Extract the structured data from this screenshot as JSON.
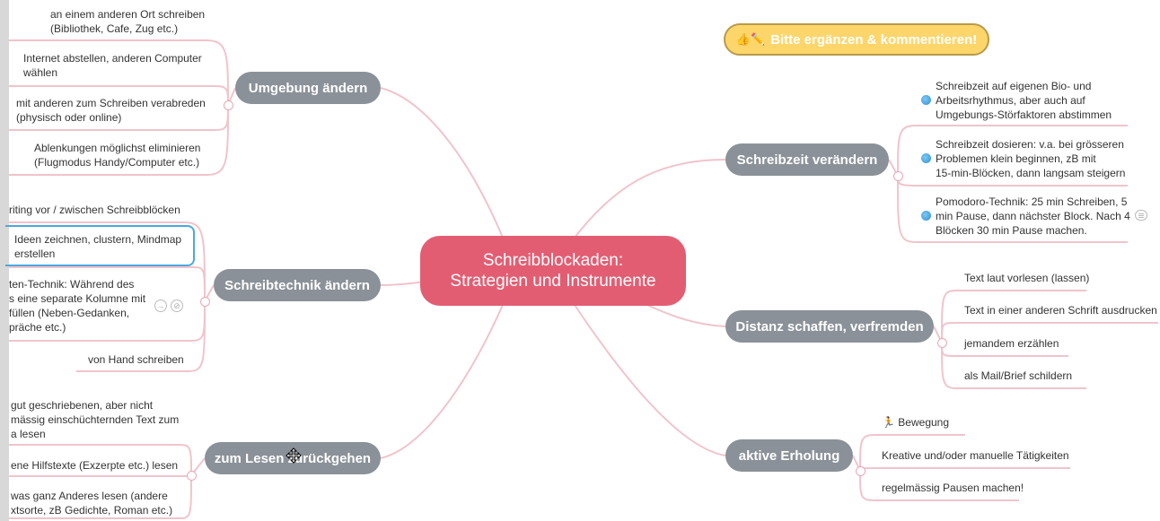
{
  "center": {
    "line1": "Schreibblockaden:",
    "line2": "Strategien und Instrumente"
  },
  "callout": {
    "emoji": "👍✏️",
    "text": "Bitte ergänzen & kommentieren!"
  },
  "branches": {
    "umgebung": "Umgebung ändern",
    "schreibtechnik": "Schreibtechnik ändern",
    "lesen": "zum Lesen zurückgehen",
    "schreibzeit": "Schreibzeit verändern",
    "distanz": "Distanz schaffen, verfremden",
    "erholung": "aktive Erholung"
  },
  "umgebung_leaves": {
    "l1a": "an einem anderen Ort schreiben",
    "l1b": "(Bibliothek, Cafe, Zug etc.)",
    "l2a": "Internet abstellen, anderen Computer",
    "l2b": "wählen",
    "l3a": "mit anderen zum Schreiben verabreden",
    "l3b": "(physisch oder online)",
    "l4a": "Ablenkungen möglichst eliminieren",
    "l4b": "(Flugmodus Handy/Computer etc.)"
  },
  "technik_leaves": {
    "l1": "riting vor / zwischen Schreibblöcken",
    "l2a": "Ideen zeichnen, clustern, Mindmap",
    "l2b": "erstellen",
    "l3a": "ten-Technik: Während des",
    "l3b": "s eine separate Kolumne mit",
    "l3c": "füllen (Neben-Gedanken,",
    "l3d": "präche etc.)",
    "l4": "von Hand schreiben"
  },
  "lesen_leaves": {
    "l1a": "gut geschriebenen, aber nicht",
    "l1b": "mässig einschüchternden Text zum",
    "l1c": "a lesen",
    "l2": "ene Hilfstexte (Exzerpte etc.) lesen",
    "l3a": "was ganz Anderes lesen (andere",
    "l3b": "xtsorte, zB Gedichte, Roman etc.)"
  },
  "schreibzeit_leaves": {
    "l1a": "Schreibzeit auf eigenen Bio- und",
    "l1b": "Arbeitsrhythmus, aber auch auf",
    "l1c": "Umgebungs-Störfaktoren abstimmen",
    "l2a": "Schreibzeit dosieren: v.a. bei grösseren",
    "l2b": "Problemen klein beginnen, zB mit",
    "l2c": "15-min-Blöcken, dann langsam steigern",
    "l3a": "Pomodoro-Technik: 25 min Schreiben, 5",
    "l3b": "min Pause, dann nächster Block. Nach 4",
    "l3c": "Blöcken 30 min Pause machen."
  },
  "distanz_leaves": {
    "l1": "Text laut vorlesen (lassen)",
    "l2": "Text in einer anderen Schrift ausdrucken",
    "l3": "jemandem erzählen",
    "l4": "als Mail/Brief schildern"
  },
  "erholung_leaves": {
    "l1_emoji": "🏃",
    "l1": "Bewegung",
    "l2": "Kreative und/oder manuelle Tätigkeiten",
    "l3": "regelmässig Pausen machen!"
  },
  "colors": {
    "center": "#e35d72",
    "branch": "#8b9198",
    "link": "#f0c4cc",
    "callout": "#fdd66b",
    "selection": "#4aa8e0"
  },
  "icons": [
    "arrow-right-icon",
    "attachment-icon",
    "note-icon",
    "move-cursor-icon",
    "info-dot-icon"
  ]
}
